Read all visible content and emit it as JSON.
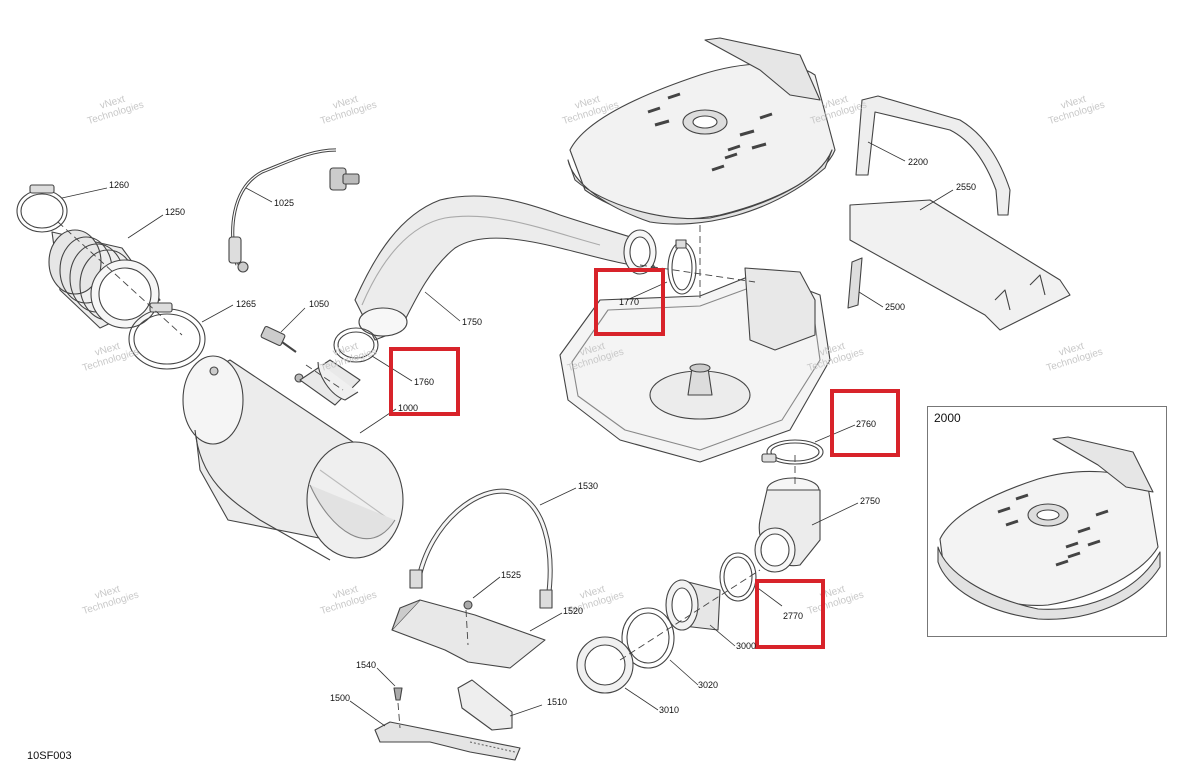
{
  "figure_code": "10SF003",
  "inset_label": "2000",
  "watermark": [
    "vNext",
    "Technologies"
  ],
  "callouts": [
    "1260",
    "1250",
    "1025",
    "1265",
    "1050",
    "1750",
    "1760",
    "1000",
    "1770",
    "2200",
    "2550",
    "2500",
    "2760",
    "2750",
    "1530",
    "1525",
    "1520",
    "2770",
    "3000",
    "3020",
    "3010",
    "1540",
    "1500",
    "1510"
  ],
  "highlighted_parts": [
    "1770",
    "1760",
    "2760",
    "2770"
  ],
  "colors": {
    "highlight": "#d8232a",
    "line": "#333333",
    "part_fill": "#f2f2f2",
    "part_shade": "#e3e3e3",
    "watermark": "#c8c8c8"
  }
}
